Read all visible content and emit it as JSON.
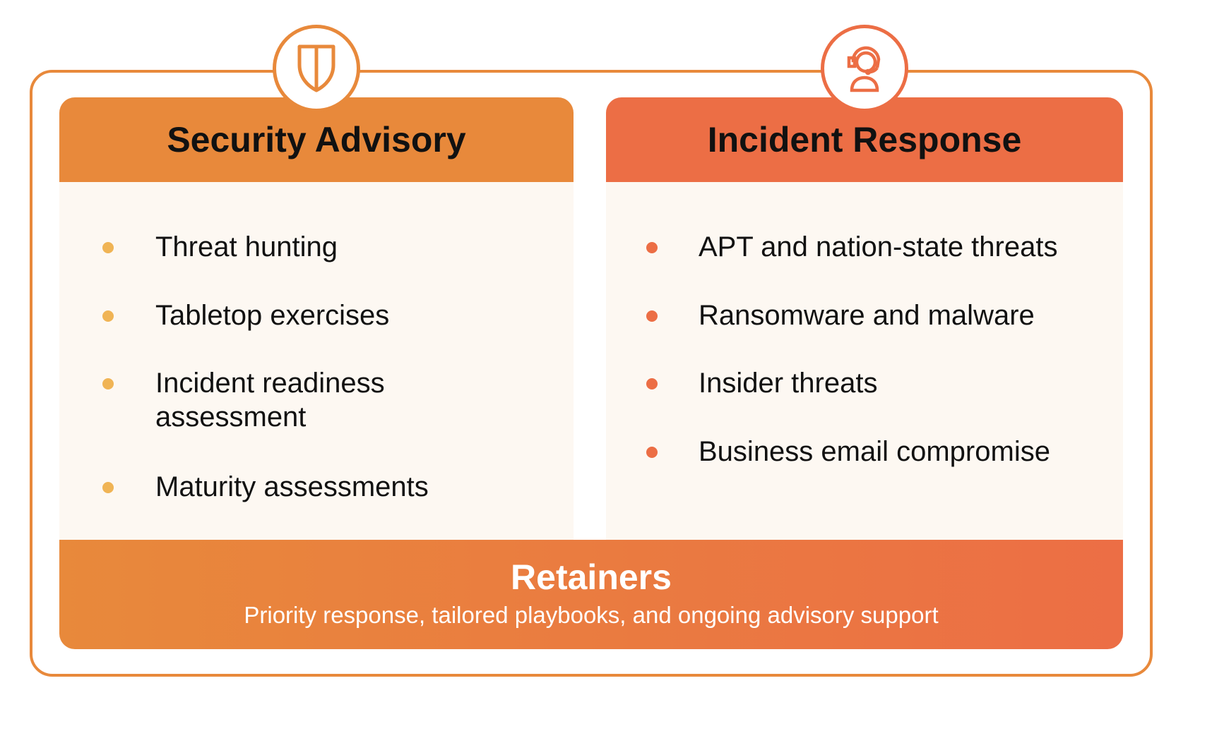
{
  "left": {
    "title": "Security Advisory",
    "icon": "shield-icon",
    "items": [
      "Threat hunting",
      "Tabletop exercises",
      "Incident readiness\nassessment",
      "Maturity assessments"
    ]
  },
  "right": {
    "title": "Incident Response",
    "icon": "headset-agent-icon",
    "items": [
      "APT and nation-state threats",
      "Ransomware and malware",
      "Insider threats",
      "Business email compromise"
    ]
  },
  "retainers": {
    "title": "Retainers",
    "subtitle": "Priority response, tailored playbooks, and ongoing advisory support"
  },
  "colors": {
    "advisory": "#E8893B",
    "response": "#EC6E45",
    "body": "#FDF8F2",
    "advisory_bullet": "#F0B455"
  }
}
